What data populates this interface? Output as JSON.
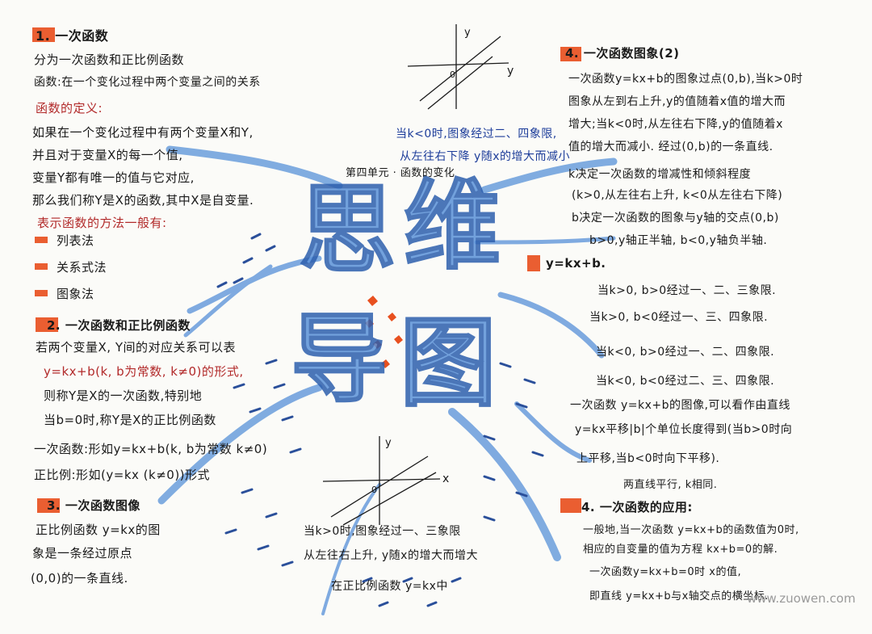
{
  "center": {
    "chars": [
      "思",
      "维",
      "导",
      "图"
    ],
    "unit_label": "第四单元 · 函数的变化"
  },
  "left": {
    "s1": {
      "title": "1. 一次函数",
      "lines": [
        "分为一次函数和正比例函数",
        "函数:在一个变化过程中两个变量之间的关系",
        "函数的定义:",
        "如果在一个变化过程中有两个变量X和Y,",
        "并且对于变量X的每一个值,",
        "变量Y都有唯一的值与它对应,",
        "那么我们称Y是X的函数,其中X是自变量."
      ],
      "methods_title": "表示函数的方法一般有:",
      "methods": [
        "列表法",
        "关系式法",
        "图象法"
      ]
    },
    "s2": {
      "title": "2. 一次函数和正比例函数",
      "lines": [
        "若两个变量X, Y间的对应关系可以表",
        "y=kx+b(k, b为常数, k≠0)的形式,",
        "则称Y是X的一次函数,特别地",
        "当b=0时,称Y是X的正比例函数"
      ],
      "bullets": [
        "一次函数:形如y=kx+b(k, b为常数 k≠0)",
        "正比例:形如(y=kx (k≠0))形式"
      ]
    },
    "s3": {
      "title": "3. 一次函数图像",
      "lines": [
        "正比例函数 y=kx的图",
        "象是一条经过原点",
        "(0,0)的一条直线."
      ]
    }
  },
  "middle": {
    "top_axis_labels": {
      "y": "y",
      "x": "y",
      "o": "0"
    },
    "top_note": [
      "当k<0时,图象经过二、四象限,",
      "从左往右下降 y随x的增大而减小"
    ],
    "bottom_axis_labels": {
      "y": "y",
      "x": "x",
      "o": "0"
    },
    "bottom_note": [
      "当k>0时,图象经过一、三象限",
      "从左往右上升, y随x的增大而增大"
    ],
    "bottom_caption": "在正比例函数 y=kx中"
  },
  "right": {
    "s4a": {
      "title": "4. 一次函数图象(2)",
      "lines": [
        "一次函数y=kx+b的图象过点(0,b),当k>0时",
        "图象从左到右上升,y的值随着x值的增大而",
        "增大;当k<0时,从左往右下降,y的值随着x",
        "值的增大而减小. 经过(0,b)的一条直线.",
        "k决定一次函数的增减性和倾斜程度",
        "(k>0,从左往右上升, k<0从左往右下降)",
        "b决定一次函数的图象与y轴的交点(0,b)",
        "b>0,y轴正半轴, b<0,y轴负半轴."
      ],
      "eq": "y=kx+b.",
      "cases": [
        "当k>0, b>0经过一、二、三象限.",
        "当k>0, b<0经过一、三、四象限.",
        "当k<0, b>0经过一、二、四象限.",
        "当k<0, b<0经过二、三、四象限."
      ],
      "shift": [
        "一次函数 y=kx+b的图像,可以看作由直线",
        "y=kx平移|b|个单位长度得到(当b>0时向",
        "上平移,当b<0时向下平移)."
      ],
      "parallel": "两直线平行, k相同."
    },
    "s4b": {
      "title": "4. 一次函数的应用:",
      "lines": [
        "一般地,当一次函数 y=kx+b的函数值为0时,",
        "相应的自变量的值为方程 kx+b=0的解.",
        "一次函数y=kx+b=0时 x的值,",
        "即直线 y=kx+b与x轴交点的横坐标."
      ]
    }
  },
  "watermark": "www.zuowen.com",
  "colors": {
    "ink": "#1a1a1a",
    "marker": "#e8501f",
    "brush": "#5b92d8",
    "red_ink": "#b22a2a"
  }
}
